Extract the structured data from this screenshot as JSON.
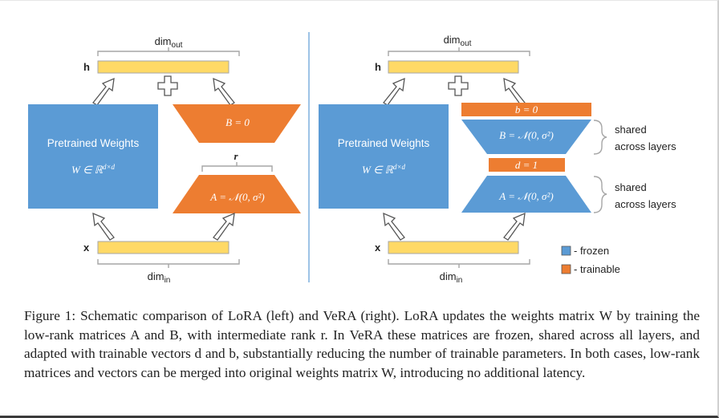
{
  "figure": {
    "left": {
      "dim_out": "dim",
      "dim_out_sub": "out",
      "dim_in": "dim",
      "dim_in_sub": "in",
      "h_label": "h",
      "x_label": "x",
      "plus": "+",
      "pretrained_label": "Pretrained Weights",
      "weights_expr": "W ∈ ℝ",
      "weights_sup": "d×d",
      "B_expr": "B = 0",
      "A_expr": "A = 𝒩(0, σ²)",
      "rank": "r"
    },
    "right": {
      "dim_out": "dim",
      "dim_out_sub": "out",
      "dim_in": "dim",
      "dim_in_sub": "in",
      "h_label": "h",
      "x_label": "x",
      "plus": "+",
      "pretrained_label": "Pretrained Weights",
      "weights_expr": "W ∈ ℝ",
      "weights_sup": "d×d",
      "b_expr": "b = 0",
      "B_expr": "B = 𝒩(0, σ²)",
      "d_expr": "d = 1",
      "A_expr": "A = 𝒩(0, σ²)",
      "shared1_line1": "shared",
      "shared1_line2": "across layers",
      "shared2_line1": "shared",
      "shared2_line2": "across layers"
    },
    "legend": {
      "frozen": "- frozen",
      "trainable": "- trainable"
    },
    "colors": {
      "frozen": "#5b9bd5",
      "trainable": "#ed7d31",
      "vector": "#ffd966"
    }
  },
  "caption": {
    "text": "Figure 1: Schematic comparison of LoRA (left) and VeRA (right). LoRA updates the weights matrix W by training the low-rank matrices A and B, with intermediate rank r. In VeRA these matrices are frozen, shared across all layers, and adapted with trainable vectors d and b, substantially reducing the number of trainable parameters. In both cases, low-rank matrices and vectors can be merged into original weights matrix W, introducing no additional latency."
  }
}
